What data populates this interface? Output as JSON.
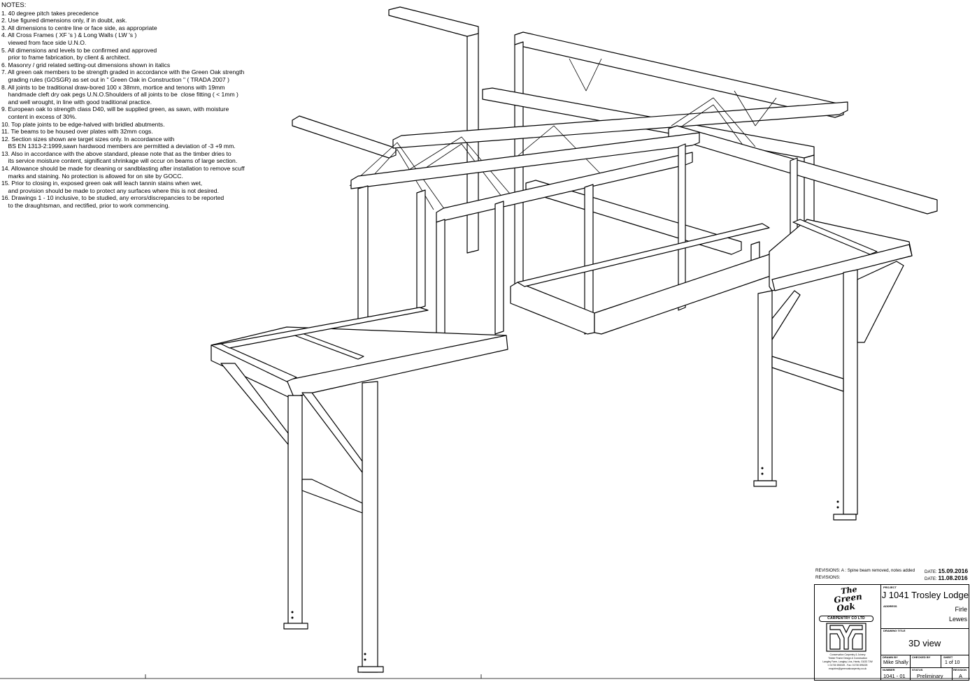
{
  "notes": {
    "heading": "NOTES:",
    "lines": [
      "1. 40 degree pitch takes precedence",
      "2. Use figured dimensions only, if in doubt, ask.",
      "3. All dimensions to centre line or face side, as appropriate",
      "4. All Cross Frames ( XF 's ) & Long Walls ( LW 's )",
      "    viewed from face side U.N.O.",
      "5. All dimensions and levels to be confirmed and approved",
      "    prior to frame fabrication, by client & architect.",
      "6. Masonry / grid related setting-out dimensions shown in italics",
      "7. All green oak members to be strength graded in accordance with the Green Oak strength",
      "    grading rules (GOSGR) as set out in \" Green Oak in Construction \" ( TRADA 2007 )",
      "8. All joints to be traditional draw-bored 100 x 38mm, mortice and tenons with 19mm",
      "    handmade cleft dry oak pegs U.N.O.Shoulders of all joints to be  close fitting ( < 1mm )",
      "    and well wrought, in line with good traditional practice.",
      "9. European oak to strength class D40, will be supplied green, as sawn, with moisture",
      "    content in excess of 30%.",
      "10. Top plate joints to be edge-halved with bridled abutments.",
      "11. Tie beams to be housed over plates with 32mm cogs.",
      "12. Section sizes shown are target sizes only. In accordance with",
      "    BS EN 1313-2:1999,sawn hardwood members are permitted a deviation of -3 +9 mm.",
      "13. Also in accordance with the above standard, please note that as the timber dries to",
      "    its service moisture content, significant shrinkage will occur on beams of large section.",
      "14. Allowance should be made for cleaning or sandblasting after installation to remove scuff",
      "    marks and staining. No protection is allowed for on site by GOCC.",
      "15. Prior to closing in, exposed green oak will leach tannin stains when wet,",
      "    and provision should be made to protect any surfaces where this is not desired.",
      "16. Drawings 1 - 10 inclusive, to be studied, any errors/discrepancies to be reported",
      "    to the draughtsman, and rectified, prior to work commencing."
    ]
  },
  "revisions": {
    "rev_a_label": "REVISIONS: A : Spine beam removed, notes added",
    "rev_a_date_label": "DATE:",
    "rev_a_date": "15.09.2016",
    "rev_label": "REVISIONS:",
    "rev_date_label": "DATE:",
    "rev_date": "11.08.2016"
  },
  "title_block": {
    "logo_top": "The",
    "logo_mid": "Green",
    "logo_bottom": "Oak",
    "logo_banner": "CARPENTRY CO LTD",
    "company_line1": "Conservation Carpentry & Joinery",
    "company_line2": "Timber Frame Design & Construction",
    "company_line3": "Langley Farm, Langley, Liss, Hants, GU33 7JW",
    "company_line4": "t: 01730 892049   -   Fax: 01730 895225",
    "company_line5": "enquiries@greenoakcarpentry.co.uk",
    "project_label": "PROJECT",
    "project": "J 1041 Trosley Lodge",
    "address_label": "ADDRESS",
    "address_line1": "Firle",
    "address_line2": "Lewes",
    "drawing_title_label": "DRAWING TITLE",
    "drawing_title": "3D view",
    "drawn_by_label": "DRAWN BY",
    "drawn_by": "Mike Shally",
    "checked_by_label": "CHECKED BY",
    "checked_by": "",
    "sheet_label": "SHEET",
    "sheet": "1 of 10",
    "number_label": "NUMBER",
    "number": "1041 - 01",
    "status_label": "STATUS",
    "status": "Preliminary",
    "revision_label": "REVISION",
    "revision": "A"
  }
}
